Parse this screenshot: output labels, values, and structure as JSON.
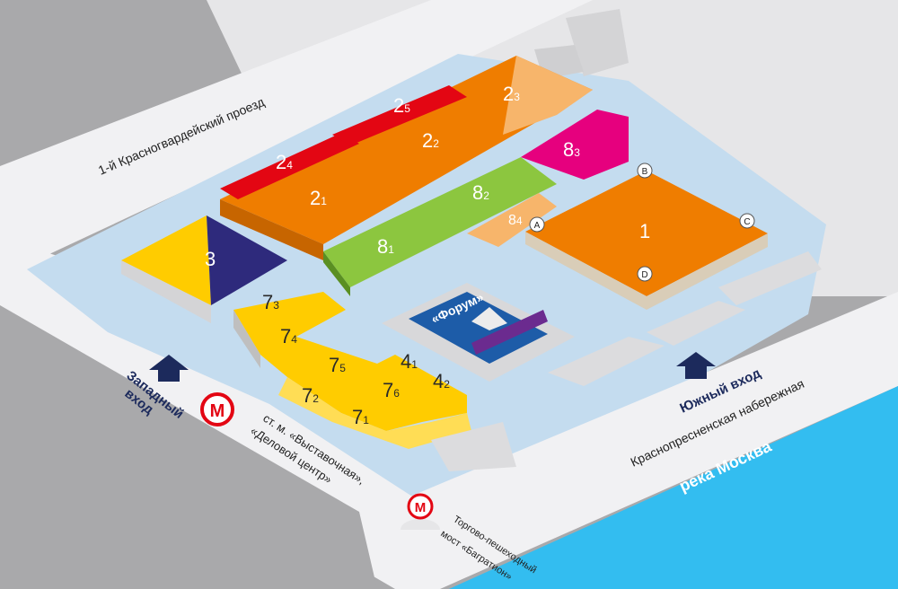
{
  "roads": {
    "north": "1-й Красногвардейский проезд",
    "embankment": "Краснопресненская набережная",
    "metro_line1": "ст. м. «Выставочная»,",
    "metro_line2": "«Деловой центр»",
    "bridge_line1": "Торгово-пешеходный",
    "bridge_line2": "мост «Багратион»",
    "river": "река Москва"
  },
  "entrances": {
    "west_line1": "Западный",
    "west_line2": "вход",
    "south": "Южный вход"
  },
  "halls": {
    "h1": "1",
    "h2_main": "2",
    "h2_1_sub": "1",
    "h2_2_sub": "2",
    "h2_3_sub": "3",
    "h2_4_sub": "4",
    "h2_5_sub": "5",
    "h3": "3",
    "h4": "4",
    "h4_1_sub": "1",
    "h4_2_sub": "2",
    "h7": "7",
    "h7_1_sub": "1",
    "h7_2_sub": "2",
    "h7_3_sub": "3",
    "h7_4_sub": "4",
    "h7_5_sub": "5",
    "h7_6_sub": "6",
    "h8": "8",
    "h8_1_sub": "1",
    "h8_2_sub": "2",
    "h8_3_sub": "3",
    "h8_4_sub": "4",
    "forum": "«Форум»",
    "corner_a": "A",
    "corner_b": "B",
    "corner_c": "C",
    "corner_d": "D",
    "metro_symbol": "М"
  },
  "colors": {
    "orange": "#ef7d00",
    "red": "#e30613",
    "magenta": "#e6007e",
    "green": "#8cc63f",
    "yellow": "#ffcc00",
    "navy": "#2e2a7c",
    "light_orange": "#f7b56b",
    "site": "#c4dcef",
    "river": "#33bdf0",
    "forum_blue": "#1d5ca8",
    "metro_red": "#e30613"
  }
}
